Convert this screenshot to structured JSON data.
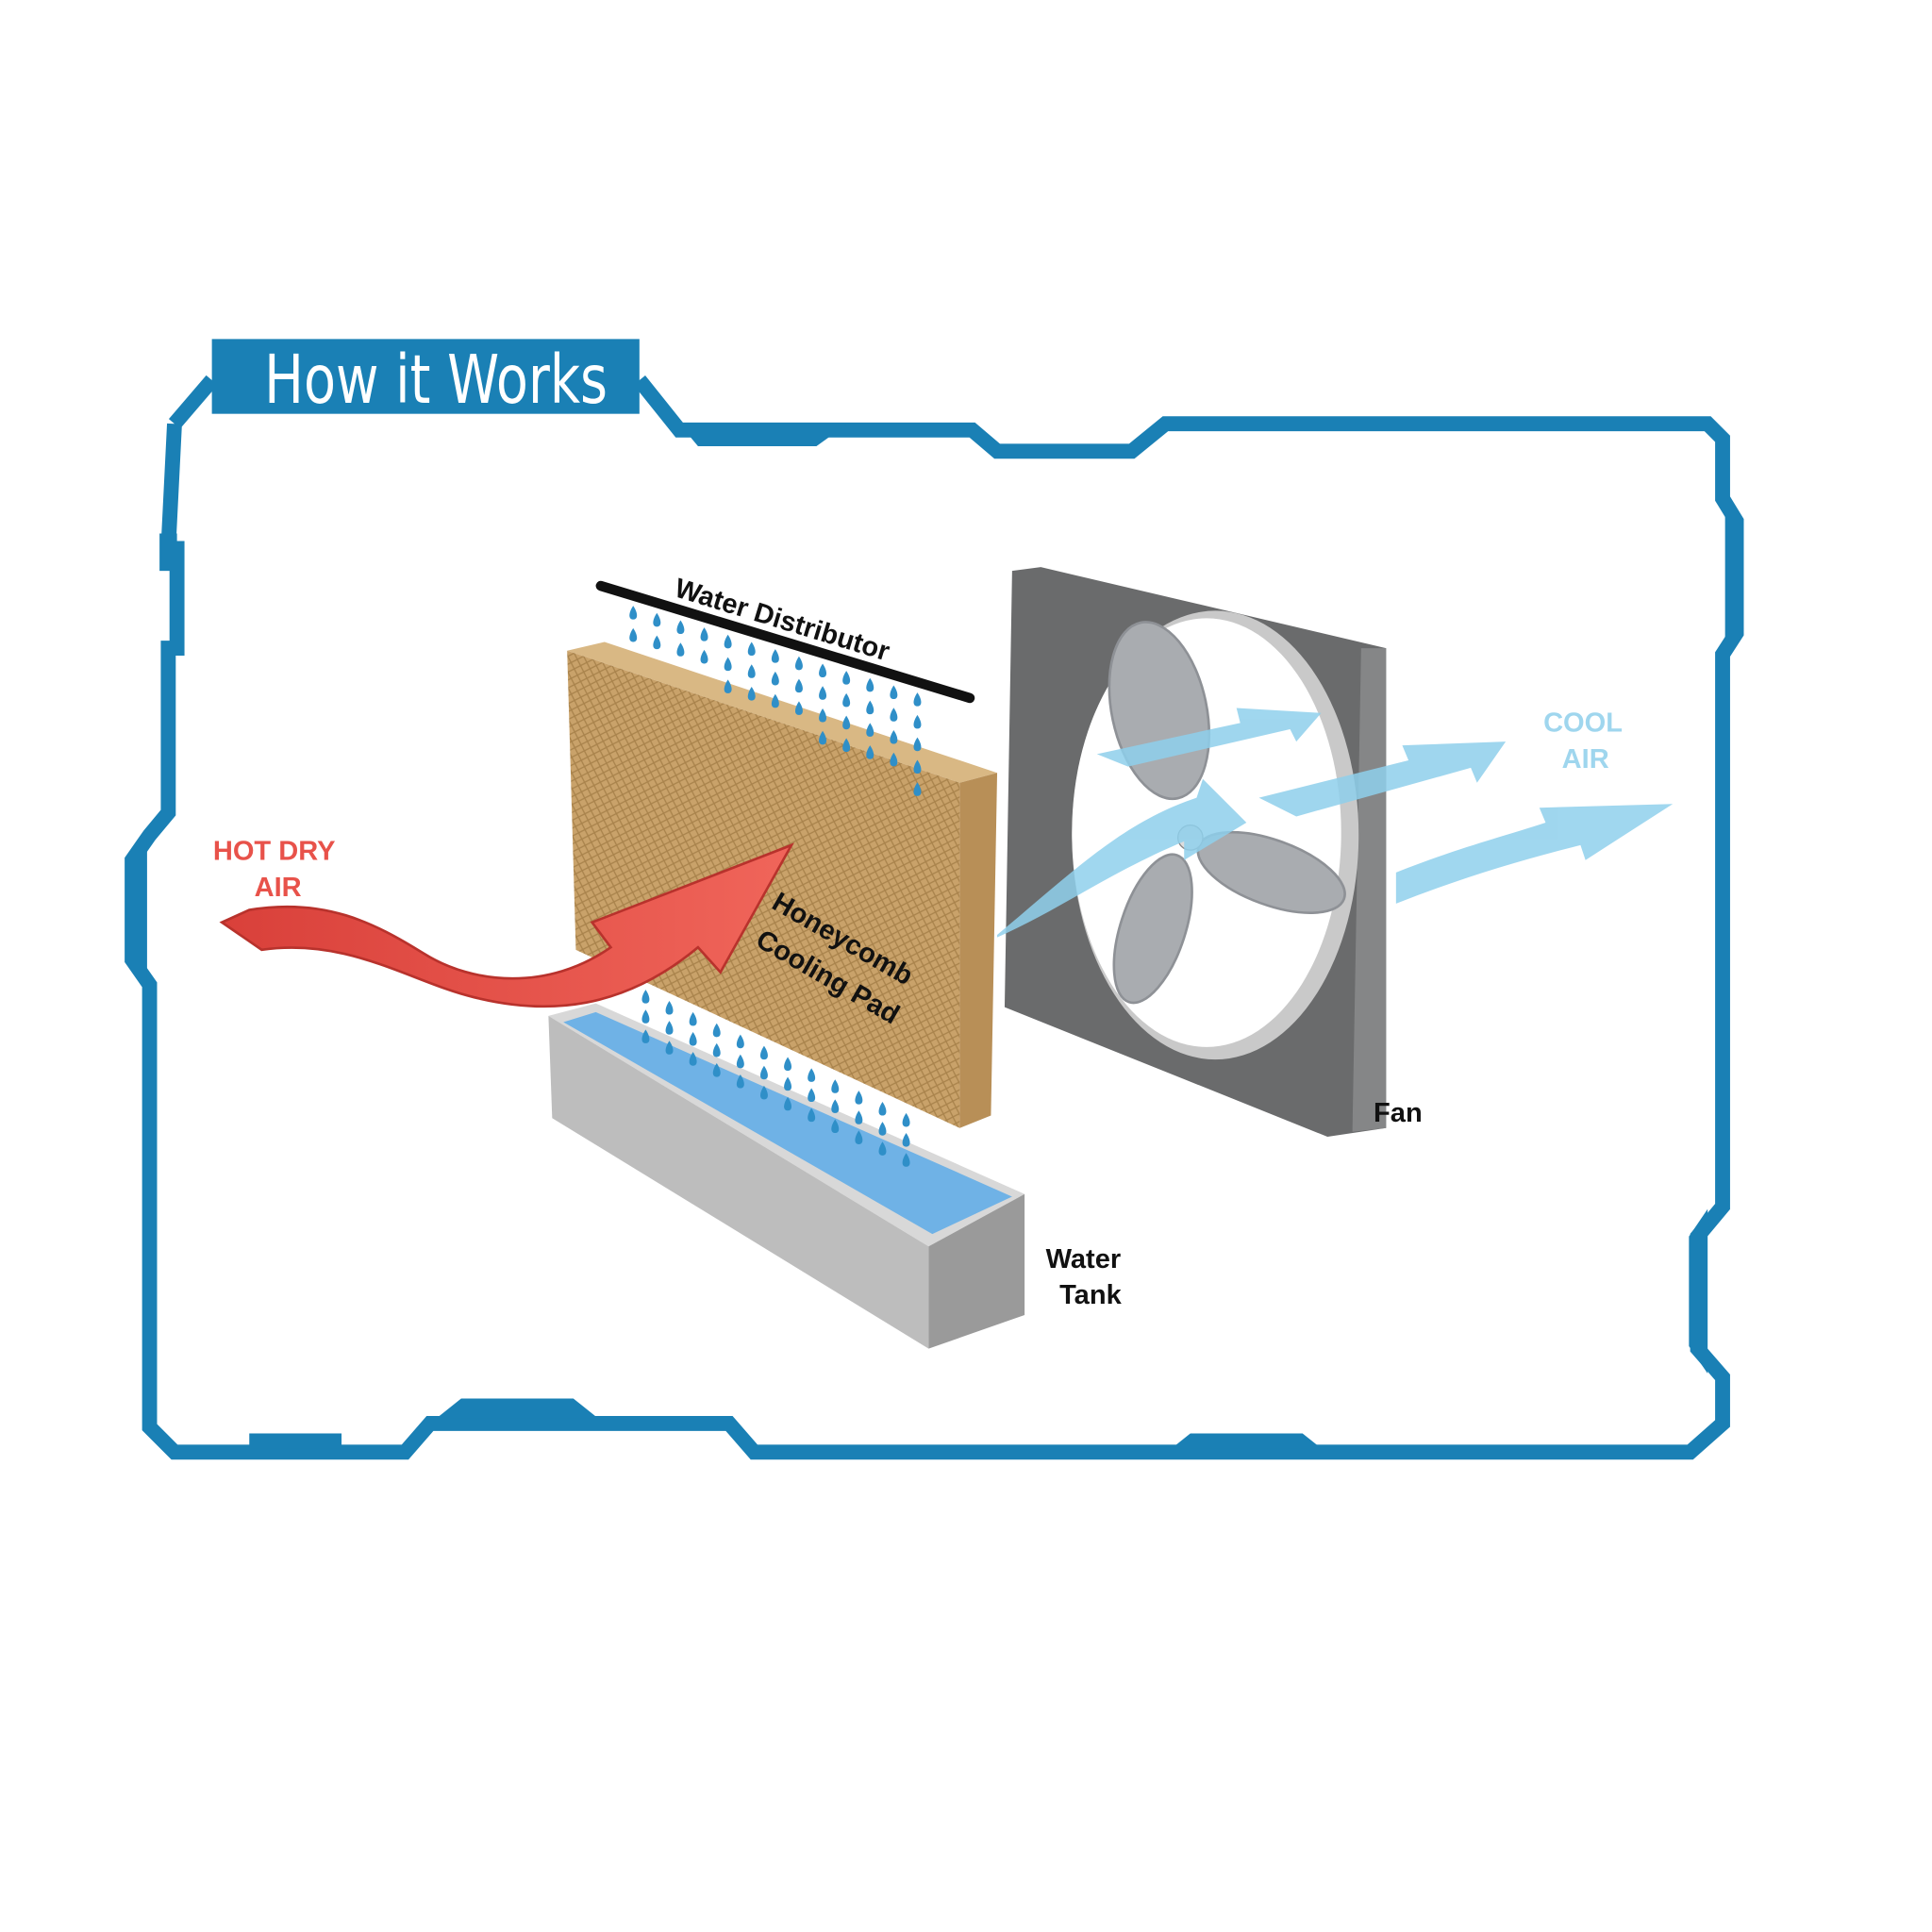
{
  "title": "How it Works",
  "labels": {
    "hot_air": [
      "HOT DRY",
      "AIR"
    ],
    "cool_air": [
      "COOL",
      "AIR"
    ],
    "water_distributor": "Water Distributor",
    "cooling_pad": [
      "Honeycomb",
      "Cooling Pad"
    ],
    "fan": "Fan",
    "water_tank": [
      "Water",
      "Tank"
    ]
  },
  "colors": {
    "frame": "#1a80b5",
    "hot_air": "#e8524a",
    "cool_air": "#9fd6ee",
    "pad": "#c9a26a",
    "fan_frame": "#6a6b6c",
    "water": "#6fb2e6",
    "drop": "#2f8fc8"
  }
}
